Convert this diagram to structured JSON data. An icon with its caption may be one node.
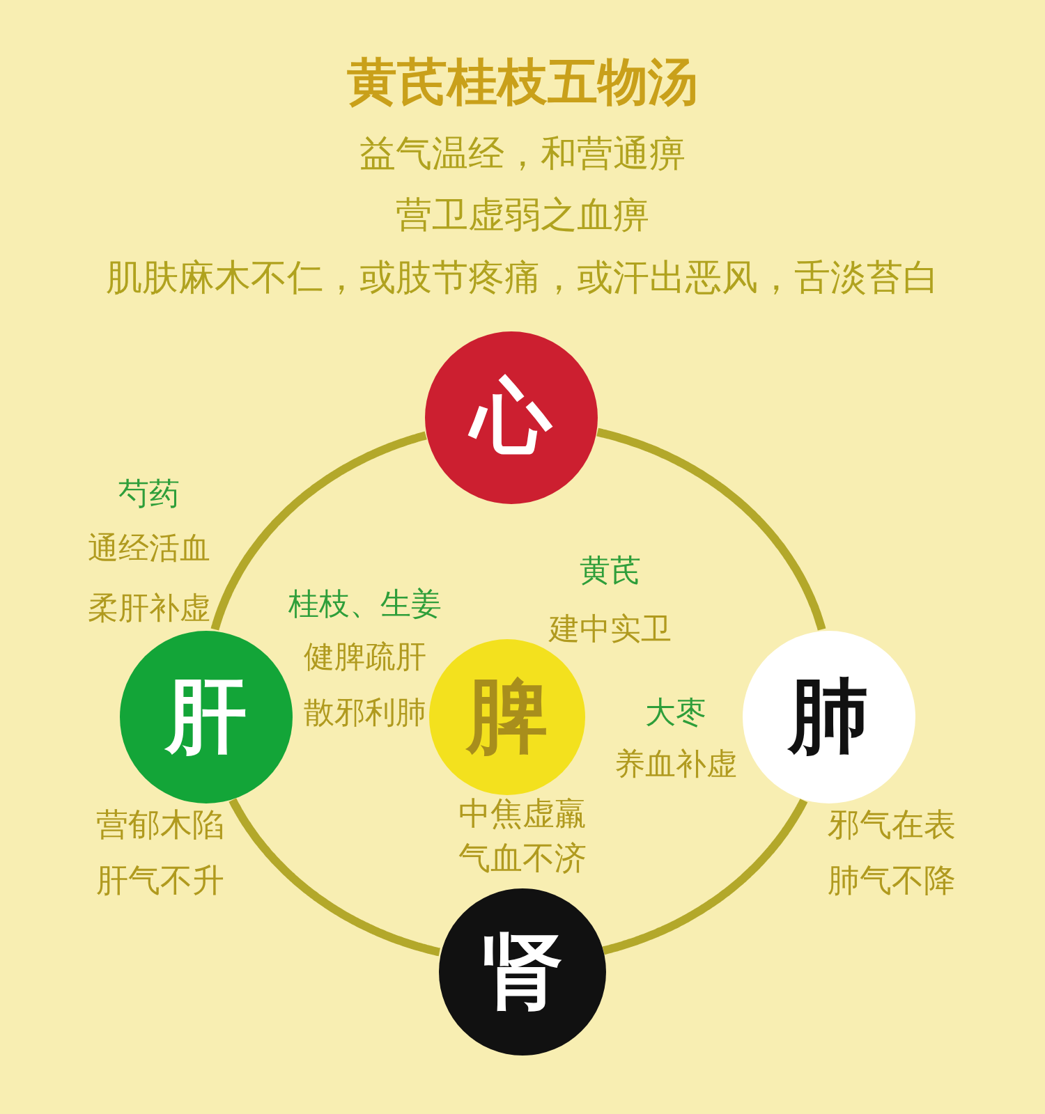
{
  "diagram": {
    "title": "黄芪桂枝五物汤",
    "nodes": [
      {
        "text": [
          "心"
        ]
      },
      {
        "text": [
          "肝"
        ],
        "beside": [
          "营郁木陷",
          "肝气不升"
        ]
      },
      {
        "text": [
          "脾"
        ]
      },
      {
        "text": [
          "肺"
        ],
        "beside": [
          "邪气在表",
          "肺气不降"
        ]
      },
      {
        "text": [
          "肾"
        ]
      }
    ],
    "edges": [
      {
        "from": 0,
        "to": 3,
        "arrow": "none"
      },
      {
        "from": 3,
        "to": 4,
        "arrow": "none"
      },
      {
        "from": 4,
        "to": 1,
        "arrow": "none"
      },
      {
        "from": 1,
        "to": 0,
        "arrow": "none"
      }
    ],
    "labels": [
      "益气温经，和营通痹",
      "营卫虚弱之血痹",
      "肌肤麻木不仁，或肢节疼痛，或汗出恶风，舌淡苔白",
      "芍药",
      "通经活血",
      "柔肝补虚",
      "桂枝、生姜",
      "健脾疏肝",
      "散邪利肺",
      "黄芪",
      "建中实卫",
      "大枣",
      "养血补虚",
      "中焦虚羸",
      "气血不济"
    ]
  }
}
